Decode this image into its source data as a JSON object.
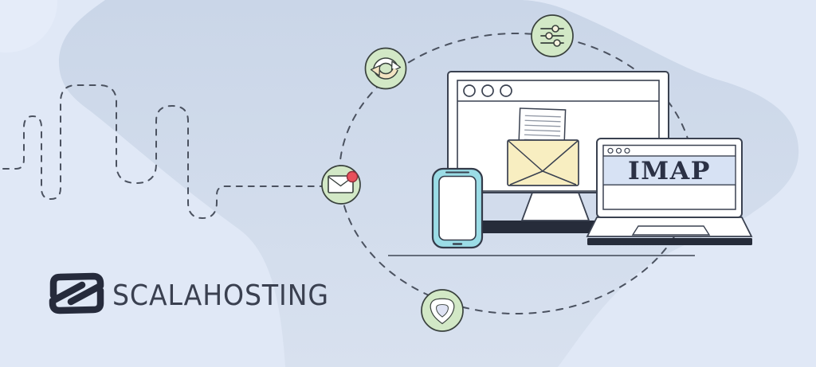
{
  "brand": {
    "name": "SCALAHOSTING",
    "logo_icon": "scalahosting-s-logo"
  },
  "devices": {
    "laptop": {
      "screen_label": "IMAP",
      "window_controls": 3
    },
    "monitor": {
      "window_controls": 3,
      "content_icon": "open-envelope-with-letter"
    },
    "phone": {
      "screen": "blank"
    }
  },
  "orbit": {
    "icons": [
      {
        "name": "sync-icon"
      },
      {
        "name": "sliders-icon"
      },
      {
        "name": "new-mail-icon"
      },
      {
        "name": "shield-icon"
      }
    ]
  },
  "colors": {
    "background_light": "#e0e8f6",
    "blob_top": "#cad6e8",
    "blob_bottom": "#d8e1ef",
    "icon_green": "#d2e8c6",
    "icon_outline": "#39413d",
    "accent_teal": "#9bdce6",
    "envelope_yellow": "#f8eec1",
    "letter_line_gray": "#8f96a3",
    "alert_red": "#e8505b",
    "dark_navy": "#262c3a",
    "imap_band": "#d7e2f4",
    "brand_dark": "#262b3c",
    "dash_line": "#4b5260"
  }
}
